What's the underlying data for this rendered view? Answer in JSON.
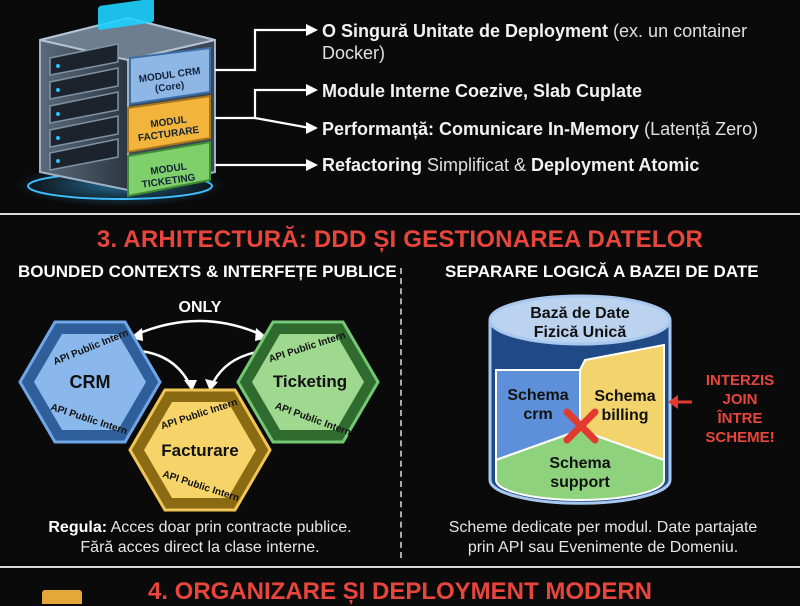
{
  "server": {
    "modules": [
      "MODUL CRM",
      "(Core)",
      "MODUL",
      "FACTURARE",
      "MODUL",
      "TICKETING"
    ]
  },
  "bullets": [
    {
      "bold": "O Singură Unitate de Deployment",
      "light": " (ex. un container",
      "line2": "Docker)"
    },
    {
      "bold": "Module Interne Coezive, Slab Cuplate",
      "light": ""
    },
    {
      "bold": "Performanță: Comunicare In-Memory",
      "light": " (Latență Zero)"
    },
    {
      "bold1": "Refactoring",
      "light1": " Simplificat & ",
      "bold2": "Deployment Atomic"
    }
  ],
  "section3": {
    "title": "3. ARHITECTURĂ: DDD ȘI GESTIONAREA DATELOR",
    "left_heading": "BOUNDED CONTEXTS & INTERFEȚE PUBLICE",
    "right_heading": "SEPARARE LOGICĂ A BAZEI DE DATE",
    "only_label": "ONLY",
    "api_label": "API Public Intern",
    "contexts": {
      "crm": "CRM",
      "ticketing": "Ticketing",
      "facturare": "Facturare"
    },
    "left_note_bold": "Regula:",
    "left_note_rest": " Acces doar prin contracte publice.",
    "left_note_line2": "Fără acces direct la clase interne.",
    "db": {
      "title_line1": "Bază de Date",
      "title_line2": "Fizică Unică",
      "schema_crm": [
        "Schema",
        "crm"
      ],
      "schema_billing": [
        "Schema",
        "billing"
      ],
      "schema_support": [
        "Schema",
        "support"
      ],
      "forbidden": [
        "INTERZIS",
        "JOIN",
        "ÎNTRE",
        "SCHEME!"
      ]
    },
    "right_note_line1": "Scheme dedicate per modul. Date partajate",
    "right_note_line2": "prin API sau Evenimente de Domeniu."
  },
  "section4": {
    "title": "4. ORGANIZARE ȘI DEPLOYMENT MODERN"
  },
  "colors": {
    "accent_red": "#e8453c",
    "crm_blue": "#5b9be0",
    "billing_yellow": "#f3c74c",
    "ticket_green": "#6cc36c",
    "db_blue": "#3d6fb8"
  }
}
